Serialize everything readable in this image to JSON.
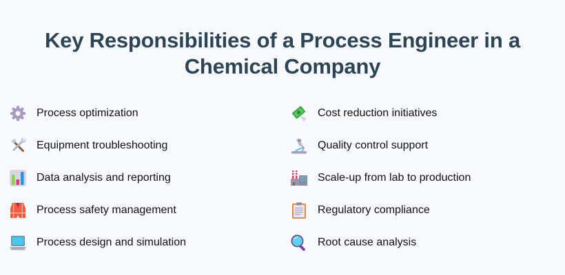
{
  "title": "Key Responsibilities of a Process Engineer in a Chemical Company",
  "columns": [
    {
      "items": [
        {
          "icon": "gear-icon",
          "label": "Process optimization"
        },
        {
          "icon": "hammer-and-wrench-icon",
          "label": "Equipment troubleshooting"
        },
        {
          "icon": "bar-chart-icon",
          "label": "Data analysis and reporting"
        },
        {
          "icon": "safety-vest-icon",
          "label": "Process safety management"
        },
        {
          "icon": "laptop-icon",
          "label": "Process design and simulation"
        }
      ]
    },
    {
      "items": [
        {
          "icon": "money-with-wings-icon",
          "label": "Cost reduction initiatives"
        },
        {
          "icon": "microscope-icon",
          "label": "Quality control support"
        },
        {
          "icon": "factory-icon",
          "label": "Scale-up from lab to production"
        },
        {
          "icon": "clipboard-icon",
          "label": "Regulatory compliance"
        },
        {
          "icon": "magnifying-glass-icon",
          "label": "Root cause analysis"
        }
      ]
    }
  ],
  "colors": {
    "background": "#f7f9fc",
    "title": "#2b4554",
    "text": "#111111"
  }
}
